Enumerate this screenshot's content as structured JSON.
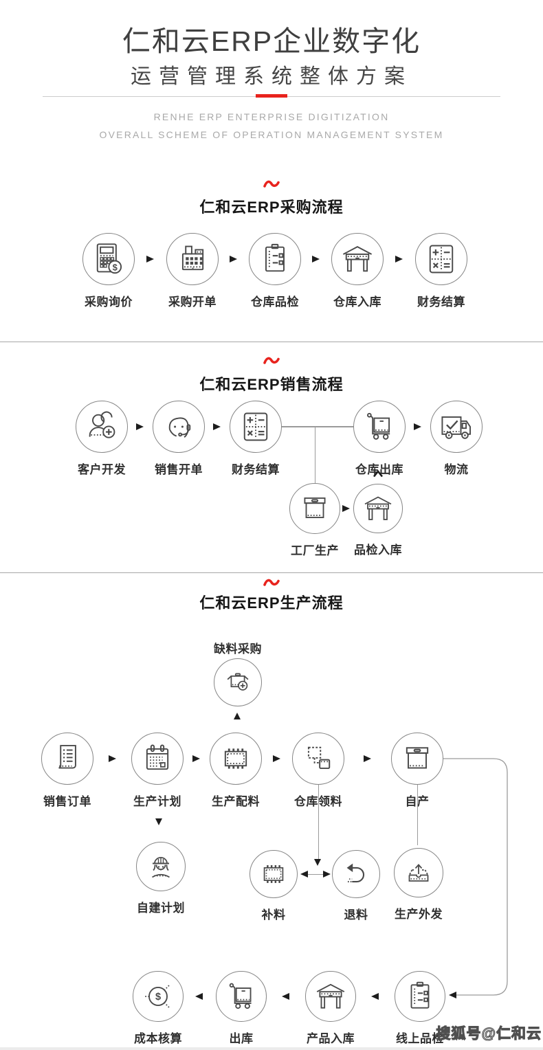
{
  "header": {
    "title_line1": "仁和云ERP企业数字化",
    "title_line2": "运营管理系统整体方案",
    "subtitle_line1": "RENHE ERP ENTERPRISE DIGITIZATION",
    "subtitle_line2": "OVERALL SCHEME OF OPERATION MANAGEMENT SYSTEM"
  },
  "colors": {
    "accent_red": "#e8231d",
    "divider_gray": "#a6a6a6",
    "line_gray": "#9a9a9a",
    "circle_gray": "#858585",
    "icon_stroke": "#4a4a4a",
    "arrow_dark": "#1d1d1d",
    "label_dark": "#2f2f2f",
    "subtitle_gray": "#a9a9a9"
  },
  "sections": [
    {
      "id": "procurement",
      "title": "仁和云ERP采购流程",
      "steps": [
        {
          "label": "采购询价",
          "icon": "calculator-dollar-icon"
        },
        {
          "label": "采购开单",
          "icon": "cash-register-icon"
        },
        {
          "label": "仓库品检",
          "icon": "clipboard-checklist-icon"
        },
        {
          "label": "仓库入库",
          "icon": "warehouse-gate-icon"
        },
        {
          "label": "财务结算",
          "icon": "math-calc-icon"
        }
      ]
    },
    {
      "id": "sales",
      "title": "仁和云ERP销售流程",
      "steps": [
        {
          "label": "客户开发",
          "icon": "customers-add-icon"
        },
        {
          "label": "销售开单",
          "icon": "support-agent-icon"
        },
        {
          "label": "财务结算",
          "icon": "math-calc-icon"
        },
        {
          "label": "仓库出库",
          "icon": "hand-truck-icon"
        },
        {
          "label": "物流",
          "icon": "delivery-truck-icon"
        },
        {
          "label": "工厂生产",
          "icon": "storage-box-icon"
        },
        {
          "label": "品检入库",
          "icon": "warehouse-gate-icon"
        }
      ]
    },
    {
      "id": "production",
      "title": "仁和云ERP生产流程",
      "steps": [
        {
          "label": "缺料采购",
          "icon": "open-box-add-icon"
        },
        {
          "label": "销售订单",
          "icon": "order-receipt-icon"
        },
        {
          "label": "生产计划",
          "icon": "calendar-icon"
        },
        {
          "label": "生产配料",
          "icon": "chip-icon"
        },
        {
          "label": "仓库领料",
          "icon": "linked-boxes-icon"
        },
        {
          "label": "自产",
          "icon": "storage-box-icon"
        },
        {
          "label": "自建计划",
          "icon": "construction-worker-icon"
        },
        {
          "label": "补料",
          "icon": "chip-icon"
        },
        {
          "label": "退料",
          "icon": "return-arrow-icon"
        },
        {
          "label": "生产外发",
          "icon": "outbox-arrow-icon"
        },
        {
          "label": "成本核算",
          "icon": "dollar-coin-icon"
        },
        {
          "label": "出库",
          "icon": "hand-truck-icon"
        },
        {
          "label": "产品入库",
          "icon": "warehouse-gate-icon"
        },
        {
          "label": "线上品检",
          "icon": "clipboard-checklist-icon"
        }
      ]
    }
  ],
  "watermark": "搜狐号@仁和云"
}
